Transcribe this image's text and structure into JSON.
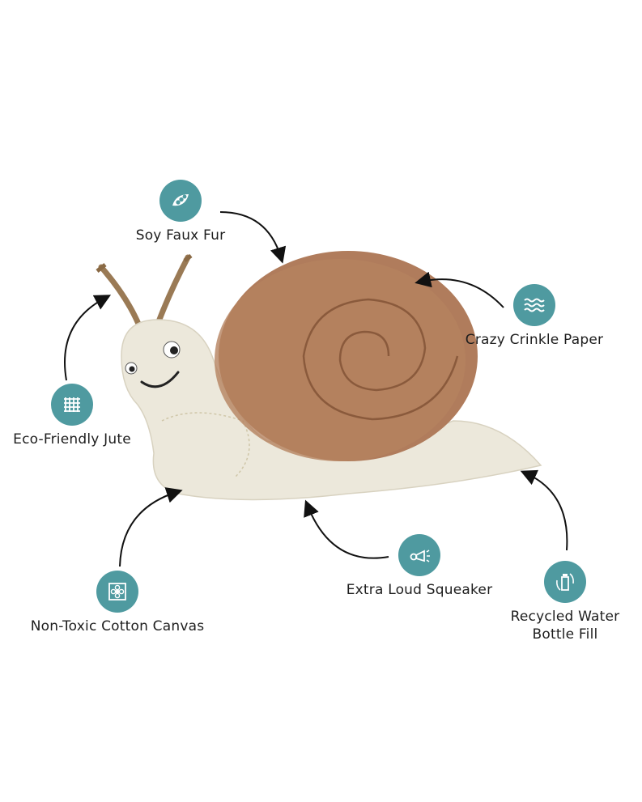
{
  "colors": {
    "badge": "#4f9aa0",
    "fur": "#b07c5c",
    "canvas": "#ece8db",
    "text": "#1e1e1e"
  },
  "features": [
    {
      "key": "soy",
      "label": "Soy Faux Fur",
      "icon": "soybean-pod-icon"
    },
    {
      "key": "crinkle",
      "label": "Crazy Crinkle Paper",
      "icon": "wavy-lines-icon"
    },
    {
      "key": "jute",
      "label": "Eco-Friendly Jute",
      "icon": "woven-grid-icon"
    },
    {
      "key": "canvas",
      "label": "Non-Toxic Cotton Canvas",
      "icon": "flower-square-icon"
    },
    {
      "key": "squeaker",
      "label": "Extra Loud Squeaker",
      "icon": "horn-icon"
    },
    {
      "key": "bottle",
      "label": "Recycled Water Bottle Fill",
      "icon": "recycle-bottle-icon"
    }
  ]
}
